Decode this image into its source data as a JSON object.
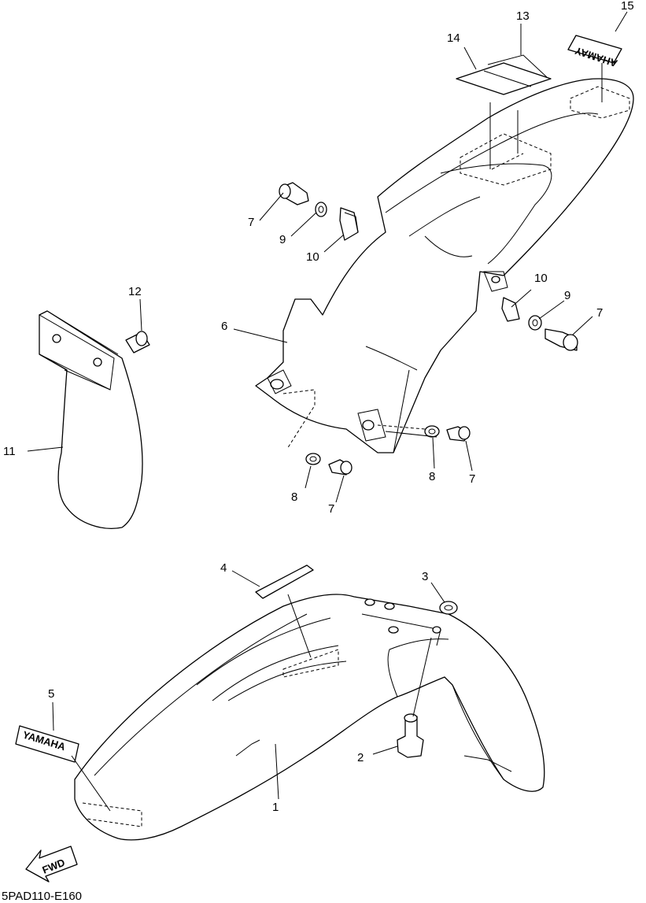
{
  "diagram_code": "5PAD110-E160",
  "fwd_label": "FWD",
  "decal_brand": "YAMAHA",
  "labels": [
    {
      "id": "1",
      "text": "1"
    },
    {
      "id": "2",
      "text": "2"
    },
    {
      "id": "3",
      "text": "3"
    },
    {
      "id": "4",
      "text": "4"
    },
    {
      "id": "5",
      "text": "5"
    },
    {
      "id": "6",
      "text": "6"
    },
    {
      "id": "7a",
      "text": "7"
    },
    {
      "id": "7b",
      "text": "7"
    },
    {
      "id": "7c",
      "text": "7"
    },
    {
      "id": "7d",
      "text": "7"
    },
    {
      "id": "8a",
      "text": "8"
    },
    {
      "id": "8b",
      "text": "8"
    },
    {
      "id": "9a",
      "text": "9"
    },
    {
      "id": "9b",
      "text": "9"
    },
    {
      "id": "10a",
      "text": "10"
    },
    {
      "id": "10b",
      "text": "10"
    },
    {
      "id": "11",
      "text": "11"
    },
    {
      "id": "12",
      "text": "12"
    },
    {
      "id": "13",
      "text": "13"
    },
    {
      "id": "14",
      "text": "14"
    },
    {
      "id": "15",
      "text": "15"
    }
  ]
}
